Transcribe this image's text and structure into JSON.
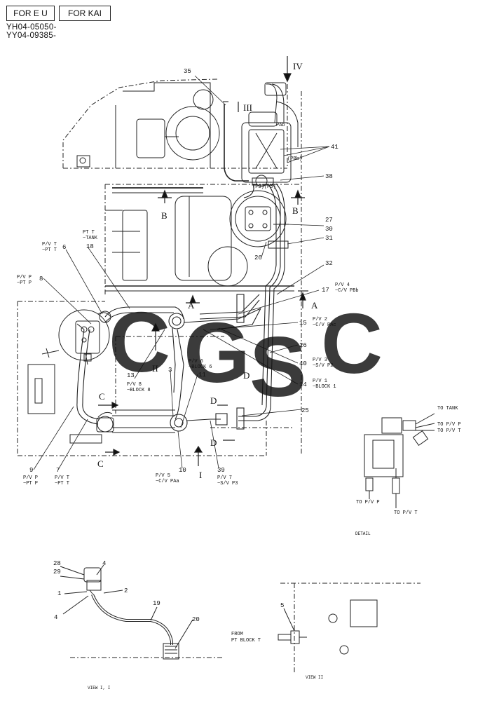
{
  "header": {
    "tags": [
      "FOR E U",
      "FOR KAI"
    ],
    "serials": [
      "YH04-05050-",
      "YY04-09385-"
    ]
  },
  "watermark": {
    "letters": [
      "C",
      "G",
      "S",
      "C"
    ],
    "colors": [
      "#3f8fe6",
      "#ea6a60",
      "#f2cf3c",
      "#5cbf7a"
    ]
  },
  "callouts": [
    "35",
    "41",
    "38",
    "27",
    "30",
    "31",
    "26",
    "32",
    "17",
    "15",
    "26",
    "40",
    "14",
    "6",
    "18",
    "8",
    "13",
    "11",
    "3",
    "25",
    "9",
    "7",
    "10",
    "39",
    "28",
    "29",
    "4",
    "1",
    "2",
    "4",
    "19",
    "20",
    "5"
  ],
  "labels": {
    "pvt": [
      "P/V T",
      "~PT T"
    ],
    "pttank": [
      "PT T",
      "~TANK"
    ],
    "pvp": [
      "P/V P",
      "~PT P"
    ],
    "pv4": [
      "P/V 4",
      "~C/V PBb"
    ],
    "pv2": [
      "P/V 2",
      "~C/V PAc"
    ],
    "pv3": [
      "P/V 3",
      "~S/V P2"
    ],
    "pv1": [
      "P/V 1",
      "~BLOCK 1"
    ],
    "pv8": [
      "P/V 8",
      "~BLOCK 8"
    ],
    "pv6": [
      "P/V 6",
      "~BLOCK 6"
    ],
    "pvp9": [
      "P/V P",
      "~PT P"
    ],
    "pvt7": [
      "P/V T",
      "~PT T"
    ],
    "pv5": [
      "P/V 5",
      "~C/V PAa"
    ],
    "pv7": [
      "P/V 7",
      "~S/V P3"
    ],
    "to_tank": "TO TANK",
    "to_pvp": "TO P/V P",
    "to_pvt": "TO P/V T",
    "to_pvp_b": "TO P/V P",
    "to_pvt_b": "TO P/V T",
    "detail": "DETAIL",
    "from": [
      "FROM",
      "PT BLOCK T"
    ],
    "view_i": "VIEW I, I",
    "view_ii": "VIEW II",
    "pab": "PAb",
    "pbb": "(PBb)",
    "p3p5": "(P3)(P5)"
  },
  "section_marks": {
    "iv": "IV",
    "iii": "III",
    "ii": "II",
    "i": "I",
    "a": "A",
    "b": "B",
    "c": "C",
    "d": "D"
  }
}
